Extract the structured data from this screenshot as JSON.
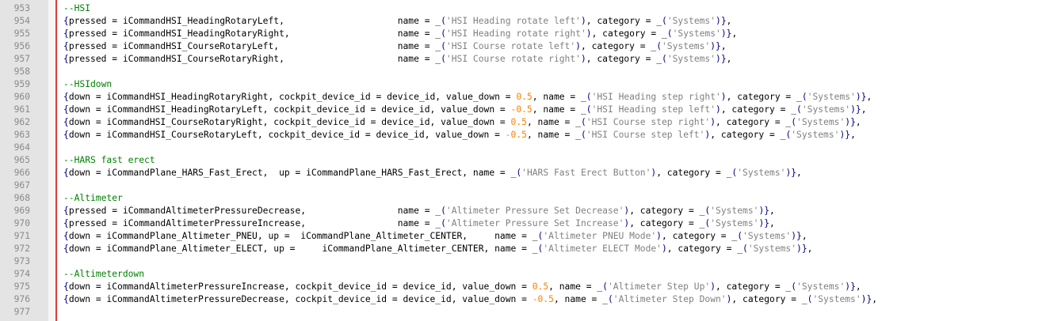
{
  "editor": {
    "colors": {
      "comment": "#008000",
      "string": "#808080",
      "number": "#ff8000",
      "delimiter": "#000080",
      "text": "#000000",
      "gutter": "#e4e4e4",
      "fold_line": "#e23b3b"
    },
    "lines": [
      {
        "num": "953",
        "tokens": [
          {
            "t": "c",
            "v": "--HSI"
          }
        ]
      },
      {
        "num": "954",
        "tokens": [
          {
            "t": "p",
            "v": "{"
          },
          {
            "t": "x",
            "v": "pressed = iCommandHSI_HeadingRotaryLeft,                     name = _"
          },
          {
            "t": "p",
            "v": "("
          },
          {
            "t": "s",
            "v": "'HSI Heading rotate left'"
          },
          {
            "t": "p",
            "v": ")"
          },
          {
            "t": "x",
            "v": ", category = _"
          },
          {
            "t": "p",
            "v": "("
          },
          {
            "t": "s",
            "v": "'Systems'"
          },
          {
            "t": "p",
            "v": ")}"
          },
          {
            "t": "x",
            "v": ","
          }
        ]
      },
      {
        "num": "955",
        "tokens": [
          {
            "t": "p",
            "v": "{"
          },
          {
            "t": "x",
            "v": "pressed = iCommandHSI_HeadingRotaryRight,                    name = _"
          },
          {
            "t": "p",
            "v": "("
          },
          {
            "t": "s",
            "v": "'HSI Heading rotate right'"
          },
          {
            "t": "p",
            "v": ")"
          },
          {
            "t": "x",
            "v": ", category = _"
          },
          {
            "t": "p",
            "v": "("
          },
          {
            "t": "s",
            "v": "'Systems'"
          },
          {
            "t": "p",
            "v": ")}"
          },
          {
            "t": "x",
            "v": ","
          }
        ]
      },
      {
        "num": "956",
        "tokens": [
          {
            "t": "p",
            "v": "{"
          },
          {
            "t": "x",
            "v": "pressed = iCommandHSI_CourseRotaryLeft,                      name = _"
          },
          {
            "t": "p",
            "v": "("
          },
          {
            "t": "s",
            "v": "'HSI Course rotate left'"
          },
          {
            "t": "p",
            "v": ")"
          },
          {
            "t": "x",
            "v": ", category = _"
          },
          {
            "t": "p",
            "v": "("
          },
          {
            "t": "s",
            "v": "'Systems'"
          },
          {
            "t": "p",
            "v": ")}"
          },
          {
            "t": "x",
            "v": ","
          }
        ]
      },
      {
        "num": "957",
        "tokens": [
          {
            "t": "p",
            "v": "{"
          },
          {
            "t": "x",
            "v": "pressed = iCommandHSI_CourseRotaryRight,                     name = _"
          },
          {
            "t": "p",
            "v": "("
          },
          {
            "t": "s",
            "v": "'HSI Course rotate right'"
          },
          {
            "t": "p",
            "v": ")"
          },
          {
            "t": "x",
            "v": ", category = _"
          },
          {
            "t": "p",
            "v": "("
          },
          {
            "t": "s",
            "v": "'Systems'"
          },
          {
            "t": "p",
            "v": ")}"
          },
          {
            "t": "x",
            "v": ","
          }
        ]
      },
      {
        "num": "958",
        "tokens": []
      },
      {
        "num": "959",
        "tokens": [
          {
            "t": "c",
            "v": "--HSIdown"
          }
        ]
      },
      {
        "num": "960",
        "tokens": [
          {
            "t": "p",
            "v": "{"
          },
          {
            "t": "x",
            "v": "down = iCommandHSI_HeadingRotaryRight, cockpit_device_id = device_id, value_down = "
          },
          {
            "t": "n",
            "v": "0.5"
          },
          {
            "t": "x",
            "v": ", name = _"
          },
          {
            "t": "p",
            "v": "("
          },
          {
            "t": "s",
            "v": "'HSI Heading step right'"
          },
          {
            "t": "p",
            "v": ")"
          },
          {
            "t": "x",
            "v": ", category = _"
          },
          {
            "t": "p",
            "v": "("
          },
          {
            "t": "s",
            "v": "'Systems'"
          },
          {
            "t": "p",
            "v": ")}"
          },
          {
            "t": "x",
            "v": ","
          }
        ]
      },
      {
        "num": "961",
        "tokens": [
          {
            "t": "p",
            "v": "{"
          },
          {
            "t": "x",
            "v": "down = iCommandHSI_HeadingRotaryLeft, cockpit_device_id = device_id, value_down = "
          },
          {
            "t": "n",
            "v": "-0.5"
          },
          {
            "t": "x",
            "v": ", name = _"
          },
          {
            "t": "p",
            "v": "("
          },
          {
            "t": "s",
            "v": "'HSI Heading step left'"
          },
          {
            "t": "p",
            "v": ")"
          },
          {
            "t": "x",
            "v": ", category = _"
          },
          {
            "t": "p",
            "v": "("
          },
          {
            "t": "s",
            "v": "'Systems'"
          },
          {
            "t": "p",
            "v": ")}"
          },
          {
            "t": "x",
            "v": ","
          }
        ]
      },
      {
        "num": "962",
        "tokens": [
          {
            "t": "p",
            "v": "{"
          },
          {
            "t": "x",
            "v": "down = iCommandHSI_CourseRotaryRight, cockpit_device_id = device_id, value_down = "
          },
          {
            "t": "n",
            "v": "0.5"
          },
          {
            "t": "x",
            "v": ", name = _"
          },
          {
            "t": "p",
            "v": "("
          },
          {
            "t": "s",
            "v": "'HSI Course step right'"
          },
          {
            "t": "p",
            "v": ")"
          },
          {
            "t": "x",
            "v": ", category = _"
          },
          {
            "t": "p",
            "v": "("
          },
          {
            "t": "s",
            "v": "'Systems'"
          },
          {
            "t": "p",
            "v": ")}"
          },
          {
            "t": "x",
            "v": ","
          }
        ]
      },
      {
        "num": "963",
        "tokens": [
          {
            "t": "p",
            "v": "{"
          },
          {
            "t": "x",
            "v": "down = iCommandHSI_CourseRotaryLeft, cockpit_device_id = device_id, value_down = "
          },
          {
            "t": "n",
            "v": "-0.5"
          },
          {
            "t": "x",
            "v": ", name = _"
          },
          {
            "t": "p",
            "v": "("
          },
          {
            "t": "s",
            "v": "'HSI Course step left'"
          },
          {
            "t": "p",
            "v": ")"
          },
          {
            "t": "x",
            "v": ", category = _"
          },
          {
            "t": "p",
            "v": "("
          },
          {
            "t": "s",
            "v": "'Systems'"
          },
          {
            "t": "p",
            "v": ")}"
          },
          {
            "t": "x",
            "v": ","
          }
        ]
      },
      {
        "num": "964",
        "tokens": []
      },
      {
        "num": "965",
        "tokens": [
          {
            "t": "c",
            "v": "--HARS fast erect"
          }
        ]
      },
      {
        "num": "966",
        "tokens": [
          {
            "t": "p",
            "v": "{"
          },
          {
            "t": "x",
            "v": "down = iCommandPlane_HARS_Fast_Erect,  up = iCommandPlane_HARS_Fast_Erect, name = _"
          },
          {
            "t": "p",
            "v": "("
          },
          {
            "t": "s",
            "v": "'HARS Fast Erect Button'"
          },
          {
            "t": "p",
            "v": ")"
          },
          {
            "t": "x",
            "v": ", category = _"
          },
          {
            "t": "p",
            "v": "("
          },
          {
            "t": "s",
            "v": "'Systems'"
          },
          {
            "t": "p",
            "v": ")}"
          },
          {
            "t": "x",
            "v": ","
          }
        ]
      },
      {
        "num": "967",
        "tokens": []
      },
      {
        "num": "968",
        "tokens": [
          {
            "t": "c",
            "v": "--Altimeter"
          }
        ]
      },
      {
        "num": "969",
        "tokens": [
          {
            "t": "p",
            "v": "{"
          },
          {
            "t": "x",
            "v": "pressed = iCommandAltimeterPressureDecrease,                 name = _"
          },
          {
            "t": "p",
            "v": "("
          },
          {
            "t": "s",
            "v": "'Altimeter Pressure Set Decrease'"
          },
          {
            "t": "p",
            "v": ")"
          },
          {
            "t": "x",
            "v": ", category = _"
          },
          {
            "t": "p",
            "v": "("
          },
          {
            "t": "s",
            "v": "'Systems'"
          },
          {
            "t": "p",
            "v": ")}"
          },
          {
            "t": "x",
            "v": ","
          }
        ]
      },
      {
        "num": "970",
        "tokens": [
          {
            "t": "p",
            "v": "{"
          },
          {
            "t": "x",
            "v": "pressed = iCommandAltimeterPressureIncrease,                 name = _"
          },
          {
            "t": "p",
            "v": "("
          },
          {
            "t": "s",
            "v": "'Altimeter Pressure Set Increase'"
          },
          {
            "t": "p",
            "v": ")"
          },
          {
            "t": "x",
            "v": ", category = _"
          },
          {
            "t": "p",
            "v": "("
          },
          {
            "t": "s",
            "v": "'Systems'"
          },
          {
            "t": "p",
            "v": ")}"
          },
          {
            "t": "x",
            "v": ","
          }
        ]
      },
      {
        "num": "971",
        "tokens": [
          {
            "t": "p",
            "v": "{"
          },
          {
            "t": "x",
            "v": "down = iCommandPlane_Altimeter_PNEU, up =  iCommandPlane_Altimeter_CENTER,     name = _"
          },
          {
            "t": "p",
            "v": "("
          },
          {
            "t": "s",
            "v": "'Altimeter PNEU Mode'"
          },
          {
            "t": "p",
            "v": ")"
          },
          {
            "t": "x",
            "v": ", category = _"
          },
          {
            "t": "p",
            "v": "("
          },
          {
            "t": "s",
            "v": "'Systems'"
          },
          {
            "t": "p",
            "v": ")}"
          },
          {
            "t": "x",
            "v": ","
          }
        ]
      },
      {
        "num": "972",
        "tokens": [
          {
            "t": "p",
            "v": "{"
          },
          {
            "t": "x",
            "v": "down = iCommandPlane_Altimeter_ELECT, up =     iCommandPlane_Altimeter_CENTER, name = _"
          },
          {
            "t": "p",
            "v": "("
          },
          {
            "t": "s",
            "v": "'Altimeter ELECT Mode'"
          },
          {
            "t": "p",
            "v": ")"
          },
          {
            "t": "x",
            "v": ", category = _"
          },
          {
            "t": "p",
            "v": "("
          },
          {
            "t": "s",
            "v": "'Systems'"
          },
          {
            "t": "p",
            "v": ")}"
          },
          {
            "t": "x",
            "v": ","
          }
        ]
      },
      {
        "num": "973",
        "tokens": []
      },
      {
        "num": "974",
        "tokens": [
          {
            "t": "c",
            "v": "--Altimeterdown"
          }
        ]
      },
      {
        "num": "975",
        "tokens": [
          {
            "t": "p",
            "v": "{"
          },
          {
            "t": "x",
            "v": "down = iCommandAltimeterPressureIncrease, cockpit_device_id = device_id, value_down = "
          },
          {
            "t": "n",
            "v": "0.5"
          },
          {
            "t": "x",
            "v": ", name = _"
          },
          {
            "t": "p",
            "v": "("
          },
          {
            "t": "s",
            "v": "'Altimeter Step Up'"
          },
          {
            "t": "p",
            "v": ")"
          },
          {
            "t": "x",
            "v": ", category = _"
          },
          {
            "t": "p",
            "v": "("
          },
          {
            "t": "s",
            "v": "'Systems'"
          },
          {
            "t": "p",
            "v": ")}"
          },
          {
            "t": "x",
            "v": ","
          }
        ]
      },
      {
        "num": "976",
        "tokens": [
          {
            "t": "p",
            "v": "{"
          },
          {
            "t": "x",
            "v": "down = iCommandAltimeterPressureDecrease, cockpit_device_id = device_id, value_down = "
          },
          {
            "t": "n",
            "v": "-0.5"
          },
          {
            "t": "x",
            "v": ", name = _"
          },
          {
            "t": "p",
            "v": "("
          },
          {
            "t": "s",
            "v": "'Altimeter Step Down'"
          },
          {
            "t": "p",
            "v": ")"
          },
          {
            "t": "x",
            "v": ", category = _"
          },
          {
            "t": "p",
            "v": "("
          },
          {
            "t": "s",
            "v": "'Systems'"
          },
          {
            "t": "p",
            "v": ")}"
          },
          {
            "t": "x",
            "v": ","
          }
        ]
      },
      {
        "num": "977",
        "tokens": []
      }
    ]
  }
}
